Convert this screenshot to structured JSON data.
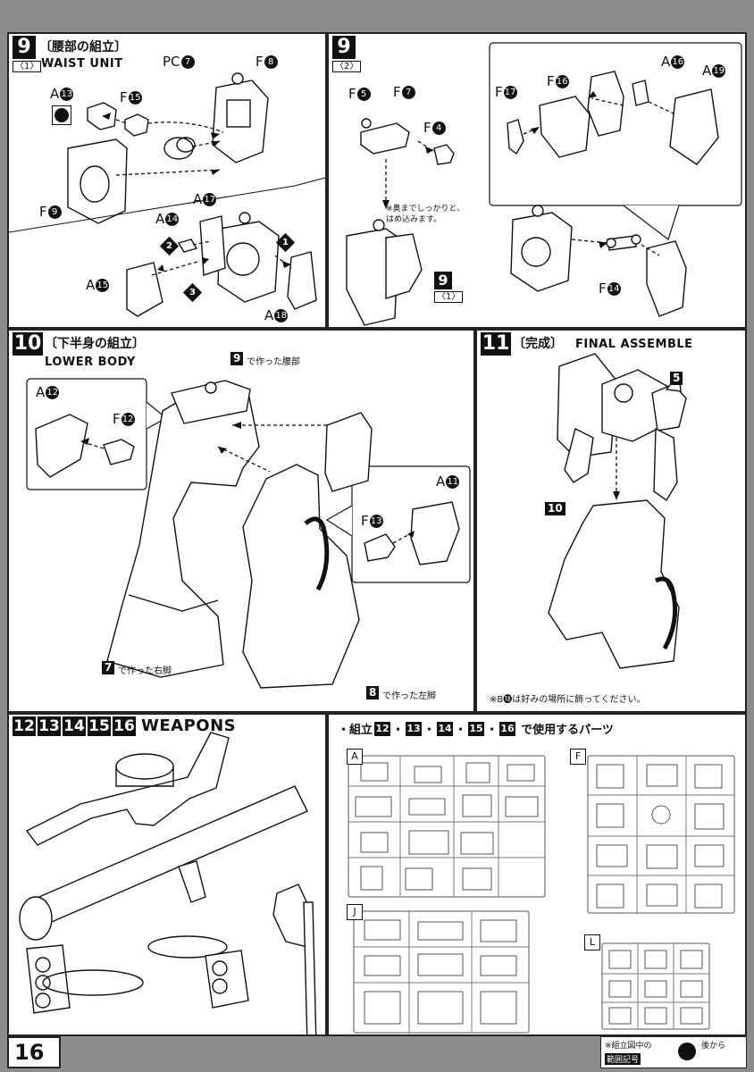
{
  "step9a": {
    "num": "9",
    "sub": "〈1〉",
    "title_jp": "〔腰部の組立〕",
    "title_en": "WAIST UNIT",
    "labels": {
      "a13": "A",
      "n13": "13",
      "f15": "F",
      "n15": "15",
      "pc7": "PC",
      "npc7": "7",
      "f8": "F",
      "n8": "8",
      "f9": "F",
      "n9": "9",
      "a14": "A",
      "n14": "14",
      "a17": "A",
      "n17": "17",
      "a15": "A",
      "n15b": "15",
      "a18": "A",
      "n18": "18"
    },
    "steps": [
      "1",
      "2",
      "3"
    ]
  },
  "step9b": {
    "num": "9",
    "sub": "〈2〉",
    "labels": {
      "f5": "F",
      "n5": "5",
      "f7": "F",
      "n7": "7",
      "f4": "F",
      "n4": "4",
      "f17": "F",
      "n17": "17",
      "f16": "F",
      "n16": "16",
      "a16": "A",
      "na16": "16",
      "a19": "A",
      "n19": "19",
      "f14": "F",
      "n14": "14"
    },
    "note": "※奥までしっかりと、\nはめ込みます。",
    "ref_num": "9",
    "ref_sub": "〈1〉"
  },
  "step10": {
    "num": "10",
    "title_jp": "〔下半身の組立〕",
    "title_en": "LOWER BODY",
    "labels": {
      "a12": "A",
      "n12": "12",
      "f12": "F",
      "nf12": "12",
      "f13": "F",
      "n13": "13",
      "a11": "A",
      "n11": "11"
    },
    "ref_waist_num": "9",
    "ref_waist_text": "で作った腰部",
    "ref_right_num": "7",
    "ref_right_text": "で作った右脚",
    "ref_left_num": "8",
    "ref_left_text": "で作った左脚"
  },
  "step11": {
    "num": "11",
    "title_jp": "〔完成〕",
    "title_en": "FINAL ASSEMBLE",
    "ref_upper": "5",
    "ref_lower": "10",
    "note": "※B⓲は好みの場所に飾ってください。"
  },
  "weapons": {
    "nums": [
      "12",
      "13",
      "14",
      "15",
      "16"
    ],
    "title": "WEAPONS"
  },
  "parts": {
    "title_prefix": "・組立",
    "nums": [
      "12",
      "13",
      "14",
      "15",
      "16"
    ],
    "title_suffix": "で使用するパーツ",
    "runners": [
      "A",
      "F",
      "J",
      "L"
    ]
  },
  "footer": {
    "page": "16",
    "legend1": "※組立図中の",
    "legend2": "範囲記号",
    "legend3": "後から",
    "legend4": ""
  }
}
